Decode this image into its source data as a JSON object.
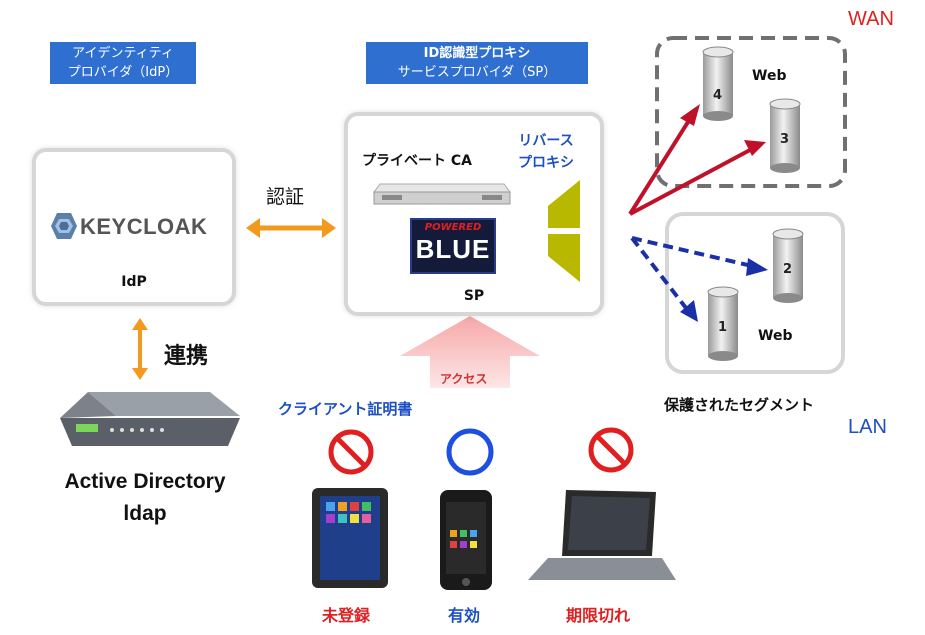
{
  "idp_box": {
    "line1": "アイデンティティ",
    "line2": "プロバイダ（IdP）"
  },
  "sp_box": {
    "line1": "ID認識型プロキシ",
    "line2": "サービスプロバイダ（SP）"
  },
  "keycloak": {
    "logo_text": "KEYCLOAK",
    "label": "IdP"
  },
  "auth_label": "認証",
  "sp_panel": {
    "private_ca": "プライベート CA",
    "reverse_proxy_line1": "リバース",
    "reverse_proxy_line2": "プロキシ",
    "powered_text": "POWERED",
    "blue_text": "BLUE",
    "label": "SP"
  },
  "renkei_label": "連携",
  "ad": {
    "line1": "Active Directory",
    "line2": "ldap"
  },
  "access_label": "アクセス",
  "client_cert_label": "クライアント証明書",
  "devices": [
    {
      "status": "未登録"
    },
    {
      "status": "有効"
    },
    {
      "status": "期限切れ"
    }
  ],
  "wan": {
    "label": "WAN",
    "web_label": "Web",
    "servers": [
      "4",
      "3"
    ]
  },
  "lan": {
    "label": "LAN",
    "web_label": "Web",
    "servers": [
      "2",
      "1"
    ]
  },
  "segment_label": "保護されたセグメント",
  "colors": {
    "accent_blue": "#2f6fd0",
    "orange": "#f39a1e",
    "wan_red": "#c0102a",
    "lan_blue": "#1a2fa8",
    "status_red": "#e02020"
  }
}
